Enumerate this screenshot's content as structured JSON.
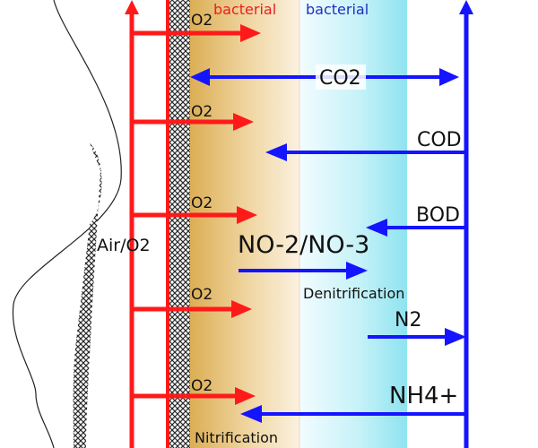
{
  "labels": {
    "bacterial_left": "bacterial",
    "bacterial_right": "bacterial",
    "air_o2": "Air/O2",
    "co2": "CO2",
    "cod": "COD",
    "bod": "BOD",
    "no2_no3": "NO-2/NO-3",
    "denitrification": "Denitrification",
    "n2": "N2",
    "nh4": "NH4+",
    "nitrification": "Nitrification",
    "o2_rows": [
      "O2",
      "O2",
      "O2",
      "O2",
      "O2"
    ]
  },
  "colors": {
    "oxygen_arrow": "#ff1a1a",
    "substrate_arrow": "#1414ff",
    "nitrifying_layer": "#e2b860",
    "denitrifying_layer": "#9ee8f2",
    "membrane_hatch": "#333333",
    "red_label": "#e82020",
    "blue_label": "#2030c0"
  }
}
